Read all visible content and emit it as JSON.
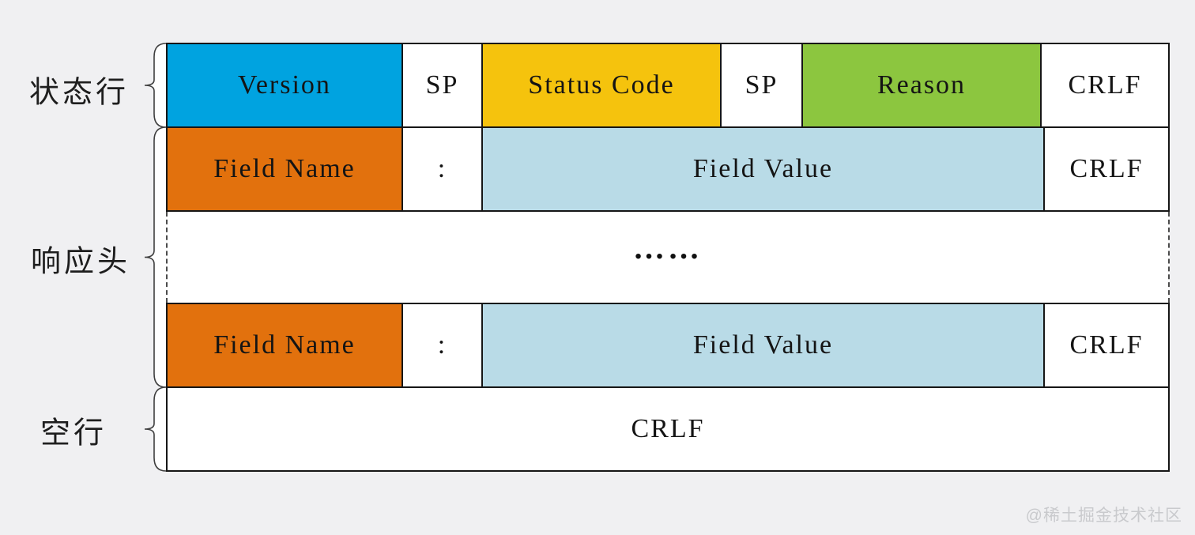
{
  "annotations": {
    "status_line": "状态行",
    "response_headers": "响应头",
    "empty_line": "空行"
  },
  "rows": {
    "status_line": {
      "cells": [
        {
          "label": "Version",
          "color": "#00a3e0"
        },
        {
          "label": "SP",
          "color": "#ffffff"
        },
        {
          "label": "Status Code",
          "color": "#f5c30d"
        },
        {
          "label": "SP",
          "color": "#ffffff"
        },
        {
          "label": "Reason",
          "color": "#8cc63f"
        },
        {
          "label": "CRLF",
          "color": "#ffffff"
        }
      ]
    },
    "header_top": {
      "cells": [
        {
          "label": "Field Name",
          "color": "#e2710d"
        },
        {
          "label": ":",
          "color": "#ffffff"
        },
        {
          "label": "Field Value",
          "color": "#b9dbe7"
        },
        {
          "label": "CRLF",
          "color": "#ffffff"
        }
      ]
    },
    "ellipsis": {
      "label": "……"
    },
    "header_bottom": {
      "cells": [
        {
          "label": "Field Name",
          "color": "#e2710d"
        },
        {
          "label": ":",
          "color": "#ffffff"
        },
        {
          "label": "Field Value",
          "color": "#b9dbe7"
        },
        {
          "label": "CRLF",
          "color": "#ffffff"
        }
      ]
    },
    "empty_line": {
      "cells": [
        {
          "label": "CRLF",
          "color": "#ffffff"
        }
      ]
    }
  },
  "colors": {
    "background": "#f0f0f2",
    "border": "#161616",
    "brace_stroke": "#3f3f3f",
    "watermark_text": "#c9cacd"
  },
  "watermark": {
    "text": "@稀土掘金技术社区"
  }
}
